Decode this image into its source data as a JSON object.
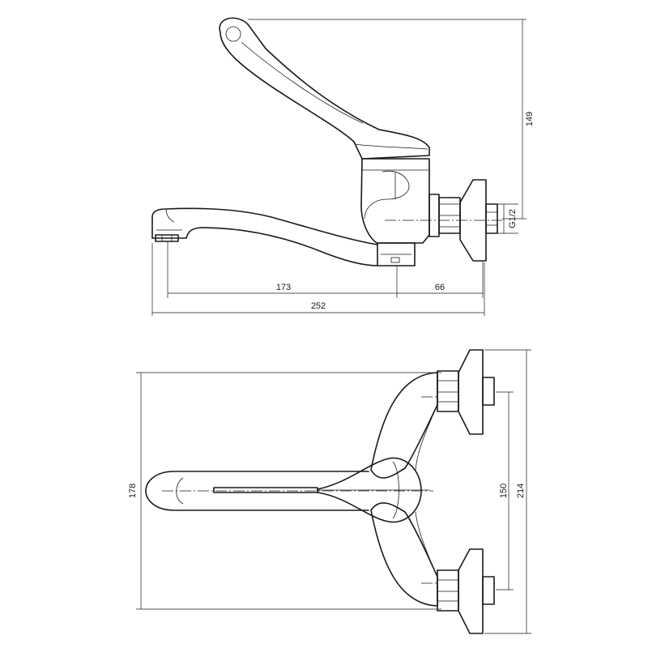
{
  "side_view": {
    "dims": {
      "handle_height": "149",
      "thread": "G1/2",
      "spout_reach": "173",
      "body_depth": "66",
      "overall_length": "252"
    }
  },
  "top_view": {
    "dims": {
      "overall_width": "178",
      "inlet_spacing": "150",
      "flange_span": "214"
    }
  },
  "colors": {
    "line": "#1a1a1a",
    "background": "#ffffff"
  }
}
